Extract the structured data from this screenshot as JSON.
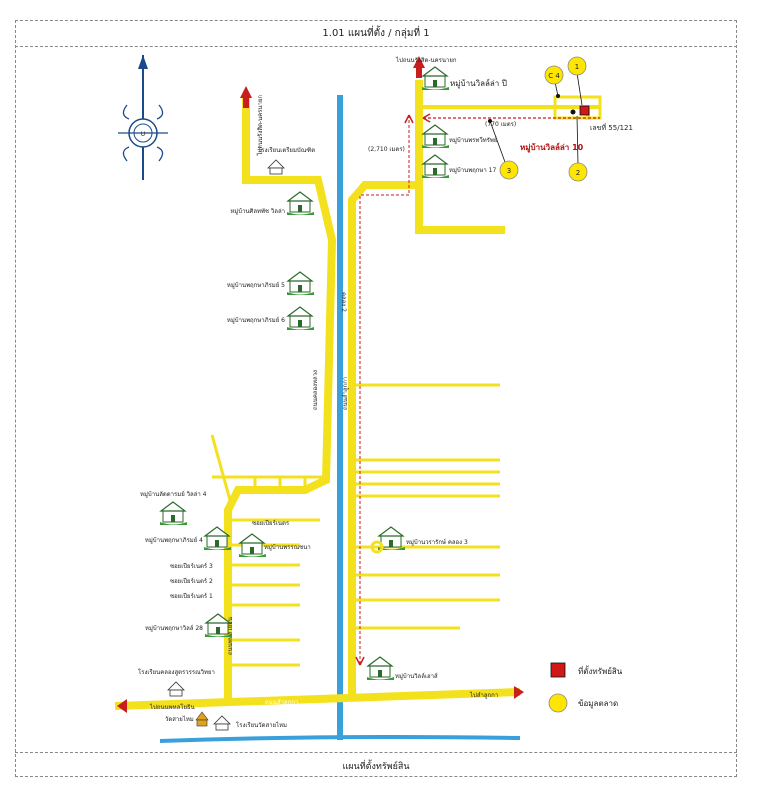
{
  "header": {
    "title": "1.01 แผนที่ตั้ง / กลุ่มที่ 1"
  },
  "footer": {
    "caption": "แผนที่ตั้งทรัพย์สิน"
  },
  "compass": {
    "letter": "U",
    "icon": "compass-rose-icon"
  },
  "subject": {
    "village": "หมู่บ้านวิลล์ล่า 10",
    "plot_label": "เลขที่ 55/121",
    "distance_short": "(770 เมตร)",
    "distance_long": "(2,710 เมตร)"
  },
  "directions": {
    "top_left": "ไปถนนรังสิต-นครนายก",
    "top_right": "ไปถนนรังสิต-นครนายก",
    "bottom_left": "ไปถนนพหลโยธิน",
    "bottom_right": "ไปลำลูกกา"
  },
  "roads": {
    "main_road": "ถนนลำลูกกา",
    "canal_top": "คลอง 2",
    "canal_bottom": "คลองหก",
    "west_road": "ถนนคลองหลวง",
    "east_road": "ถนนลำลูกกา",
    "pt_road": "ถนนพหลโยธิน"
  },
  "villages_left": [
    {
      "name": "หมู่บ้านศิลทพัช วิลล่า"
    },
    {
      "name": "หมู่บ้านพฤกษาภิรมย์ 5"
    },
    {
      "name": "หมู่บ้านพฤกษาภิรมย์ 6"
    },
    {
      "name": "หมู่บ้านลัดดารมย์ วิลล่า 4"
    },
    {
      "name": "หมู่บ้านพฤกษาภิรมย์ 4"
    },
    {
      "name": "หมู่บ้านพฤกษาวิลล์ 28"
    }
  ],
  "villages_right": [
    {
      "name": "หมู่บ้านวิลล์ล่า ปี"
    },
    {
      "name": "หมู่บ้านพรทวีทรัพย์"
    },
    {
      "name": "หมู่บ้านพฤกษา 17"
    },
    {
      "name": "หมู่บ้านพรรณชนา"
    },
    {
      "name": "หมู่บ้านวรารักษ์ คลอง 3"
    },
    {
      "name": "หมู่บ้านวิลล์เฮาส์"
    }
  ],
  "schools": {
    "top": "โรงเรียนเตรียมบัณฑิต",
    "bottom_left": "โรงเรียนคลองสูตรวรรณวิทยา",
    "temple": "วัดสายไหม",
    "bottom": "โรงเรียนวัดสายไหม"
  },
  "sois": [
    "ซอยเปียร์เนตร",
    "ซอยเปียร์เนตร์ 3",
    "ซอยเปียร์เนตร์ 2",
    "ซอยเปียร์เนตร์ 1"
  ],
  "markers": [
    {
      "label": "1"
    },
    {
      "label": "2"
    },
    {
      "label": "3"
    },
    {
      "label": "C 4"
    }
  ],
  "legend": {
    "property_label": "ที่ตั้งทรัพย์สิน",
    "market_label": "ข้อมูลตลาด",
    "property_color": "#d01818",
    "market_color": "#ffe600"
  },
  "colors": {
    "road": "#f4e11e",
    "canal": "#3aa0dc",
    "arrow": "#c81e1e",
    "village_icon": "#3a9a3a"
  }
}
